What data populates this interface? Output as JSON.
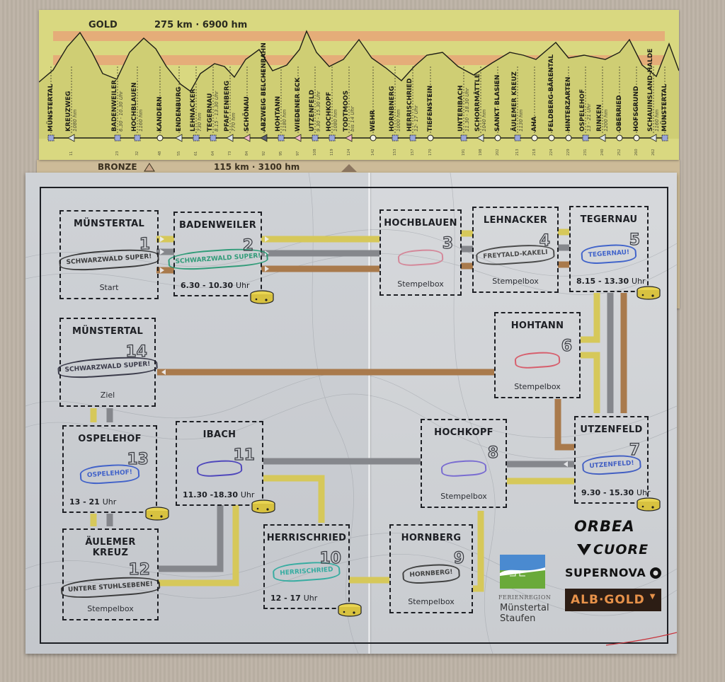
{
  "colors": {
    "gold_bg": "#d9d880",
    "band": "#e6a878",
    "route_gold": "#d6c85a",
    "route_silver": "#85878c",
    "route_bronze": "#a97a4c",
    "card": "#cfd2d6",
    "ink": "#1d1f24"
  },
  "profile": {
    "title": "GOLD",
    "stats": "275 km · 6900 hm",
    "stops": [
      {
        "name": "MÜNSTERTAL",
        "sub": "",
        "km": "",
        "marker": "square"
      },
      {
        "name": "KREUZWEG",
        "sub": "1080 hm",
        "km": "11",
        "marker": "triangle"
      },
      {
        "name": "BADENWEILER",
        "sub": "6.30 - 10.30 Uhr",
        "km": "23",
        "marker": "square"
      },
      {
        "name": "HOCHBLAUEN",
        "sub": "1160 hm",
        "km": "32",
        "marker": "square"
      },
      {
        "name": "KANDERN",
        "sub": "",
        "km": "48",
        "marker": "circle"
      },
      {
        "name": "ENDENBURG",
        "sub": "",
        "km": "55",
        "marker": "triangle"
      },
      {
        "name": "LEHNACKER",
        "sub": "730 hm",
        "km": "61",
        "marker": "square"
      },
      {
        "name": "TEGERNAU",
        "sub": "8.15 - 13.30 Uhr",
        "km": "64",
        "marker": "square"
      },
      {
        "name": "PFAFFENBERG",
        "sub": "770 hm",
        "km": "73",
        "marker": "triangle"
      },
      {
        "name": "SCHÖNAU",
        "sub": "",
        "km": "84",
        "marker": "triangle-pink"
      },
      {
        "name": "ABZWEIG BELCHENBAHN",
        "sub": "",
        "km": "92",
        "marker": "triangle-dark"
      },
      {
        "name": "HOHTANN",
        "sub": "1180 hm",
        "km": "95",
        "marker": "square"
      },
      {
        "name": "WIEDENER ECK",
        "sub": "",
        "km": "97",
        "marker": "triangle-pink"
      },
      {
        "name": "UTZENFELD",
        "sub": "9.30 - 15.30 Uhr",
        "km": "108",
        "marker": "square"
      },
      {
        "name": "HOCHKOPF",
        "sub": "1080 hm",
        "km": "119",
        "marker": "square"
      },
      {
        "name": "TODTMOOS",
        "sub": "bis 14 Uhr",
        "km": "124",
        "marker": "triangle-pink"
      },
      {
        "name": "WEHR",
        "sub": "",
        "km": "142",
        "marker": "circle"
      },
      {
        "name": "HORNBNERG",
        "sub": "1000 hm",
        "km": "153",
        "marker": "square"
      },
      {
        "name": "HERRISCHRIED",
        "sub": "12- 17 Uhr",
        "km": "157",
        "marker": "square"
      },
      {
        "name": "TIEFENSTEIN",
        "sub": "",
        "km": "170",
        "marker": "circle"
      },
      {
        "name": "UNTERIBACH",
        "sub": "11.30 - 18.30 Uhr",
        "km": "191",
        "marker": "square"
      },
      {
        "name": "SCHORRMÄTTLE",
        "sub": "1040 hm",
        "km": "198",
        "marker": "triangle"
      },
      {
        "name": "SANKT BLASIEN",
        "sub": "",
        "km": "202",
        "marker": "circle"
      },
      {
        "name": "ÄULEMER KREUZ",
        "sub": "1130 hm",
        "km": "213",
        "marker": "square"
      },
      {
        "name": "AHA",
        "sub": "",
        "km": "218",
        "marker": "circle"
      },
      {
        "name": "FELDBERG-BÄRENTAL",
        "sub": "",
        "km": "224",
        "marker": "circle"
      },
      {
        "name": "HINTERZARTEN",
        "sub": "",
        "km": "229",
        "marker": "circle"
      },
      {
        "name": "OSPELEHOF",
        "sub": "13 - 21 Uhr",
        "km": "231",
        "marker": "square"
      },
      {
        "name": "RINKEN",
        "sub": "1200 hm",
        "km": "240",
        "marker": "triangle"
      },
      {
        "name": "OBERRIED",
        "sub": "",
        "km": "252",
        "marker": "circle"
      },
      {
        "name": "HOFSGRUND",
        "sub": "",
        "km": "260",
        "marker": "circle"
      },
      {
        "name": "SCHAUINSLAND-HALDE",
        "sub": "1160 hm",
        "km": "262",
        "marker": "triangle"
      },
      {
        "name": "MÜNSTERTAL",
        "sub": "",
        "km": "",
        "marker": "square"
      }
    ]
  },
  "bronze": {
    "title": "BRONZE",
    "stats": "115 km · 3100 hm"
  },
  "stations": [
    {
      "id": "muenstertal-start",
      "name": "MÜNSTERTAL",
      "number": "1",
      "footer": "Start",
      "time": "",
      "stamp": "SCHWARZWALD SUPER!",
      "stamp_color": "#222222",
      "cheese": false
    },
    {
      "id": "badenweiler",
      "name": "BADENWEILER",
      "number": "2",
      "footer": "",
      "time": "6.30 - 10.30",
      "uhr": "Uhr",
      "stamp": "SCHWARZWALD SUPER!",
      "stamp_color": "#17936a",
      "cheese": true
    },
    {
      "id": "hochblauen",
      "name": "HOCHBLAUEN",
      "number": "3",
      "footer": "Stempelbox",
      "time": "",
      "stamp": "",
      "stamp_color": "#d47a8e",
      "cheese": false
    },
    {
      "id": "lehnacker",
      "name": "LEHNACKER",
      "number": "4",
      "footer": "Stempelbox",
      "time": "",
      "stamp": "FREYTALD-KAKELI",
      "stamp_color": "#333333",
      "cheese": false
    },
    {
      "id": "tegernau",
      "name": "TEGERNAU",
      "number": "5",
      "footer": "",
      "time": "8.15 - 13.30",
      "uhr": "Uhr",
      "stamp": "TEGERNAU!",
      "stamp_color": "#2850c8",
      "cheese": true
    },
    {
      "id": "hohtann",
      "name": "HOHTANN",
      "number": "6",
      "footer": "Stempelbox",
      "time": "",
      "stamp": "",
      "stamp_color": "#d84a5a",
      "cheese": false
    },
    {
      "id": "utzenfeld",
      "name": "UTZENFELD",
      "number": "7",
      "footer": "",
      "time": "9.30 - 15.30",
      "uhr": "Uhr",
      "stamp": "UTZENFELD!",
      "stamp_color": "#2a4cc0",
      "cheese": true
    },
    {
      "id": "hochkopf",
      "name": "HOCHKOPF",
      "number": "8",
      "footer": "Stempelbox",
      "time": "",
      "stamp": "",
      "stamp_color": "#6a5ad0",
      "cheese": false
    },
    {
      "id": "hornberg",
      "name": "HORNBERG",
      "number": "9",
      "footer": "Stempelbox",
      "time": "",
      "stamp": "HORNBERG!",
      "stamp_color": "#2a2a2a",
      "cheese": false
    },
    {
      "id": "herrischried",
      "name": "HERRISCHRIED",
      "number": "10",
      "footer": "",
      "time": "12 - 17",
      "uhr": "Uhr",
      "stamp": "HERRISCHRIED",
      "stamp_color": "#1fa89a",
      "cheese": true
    },
    {
      "id": "ibach",
      "name": "IBACH",
      "number": "11",
      "footer": "",
      "time": "11.30 -18.30",
      "uhr": "Uhr",
      "stamp": "",
      "stamp_color": "#3a30b8",
      "cheese": true
    },
    {
      "id": "aeulemer-kreuz",
      "name": "ÄULEMER KREUZ",
      "number": "12",
      "footer": "Stempelbox",
      "time": "",
      "stamp": "UNTERE STUHLSEBENE!",
      "stamp_color": "#222222",
      "cheese": false
    },
    {
      "id": "ospelehof",
      "name": "OSPELEHOF",
      "number": "13",
      "footer": "",
      "time": "13 - 21",
      "uhr": "Uhr",
      "stamp": "OSPELEHOF!",
      "stamp_color": "#2a50c8",
      "cheese": true
    },
    {
      "id": "muenstertal-ziel",
      "name": "MÜNSTERTAL",
      "number": "14",
      "footer": "Ziel",
      "time": "",
      "stamp": "SCHWARZWALD SUPER!",
      "stamp_color": "#222233",
      "cheese": false
    }
  ],
  "sponsors": {
    "ferienregion_small": "FERIENREGION",
    "ferienregion_place1": "Münstertal",
    "ferienregion_place2": "Staufen",
    "orbea": "ORBEA",
    "cuore": "CUORE",
    "supernova": "SUPERNOVA",
    "albgold": "ALB·GOLD"
  }
}
